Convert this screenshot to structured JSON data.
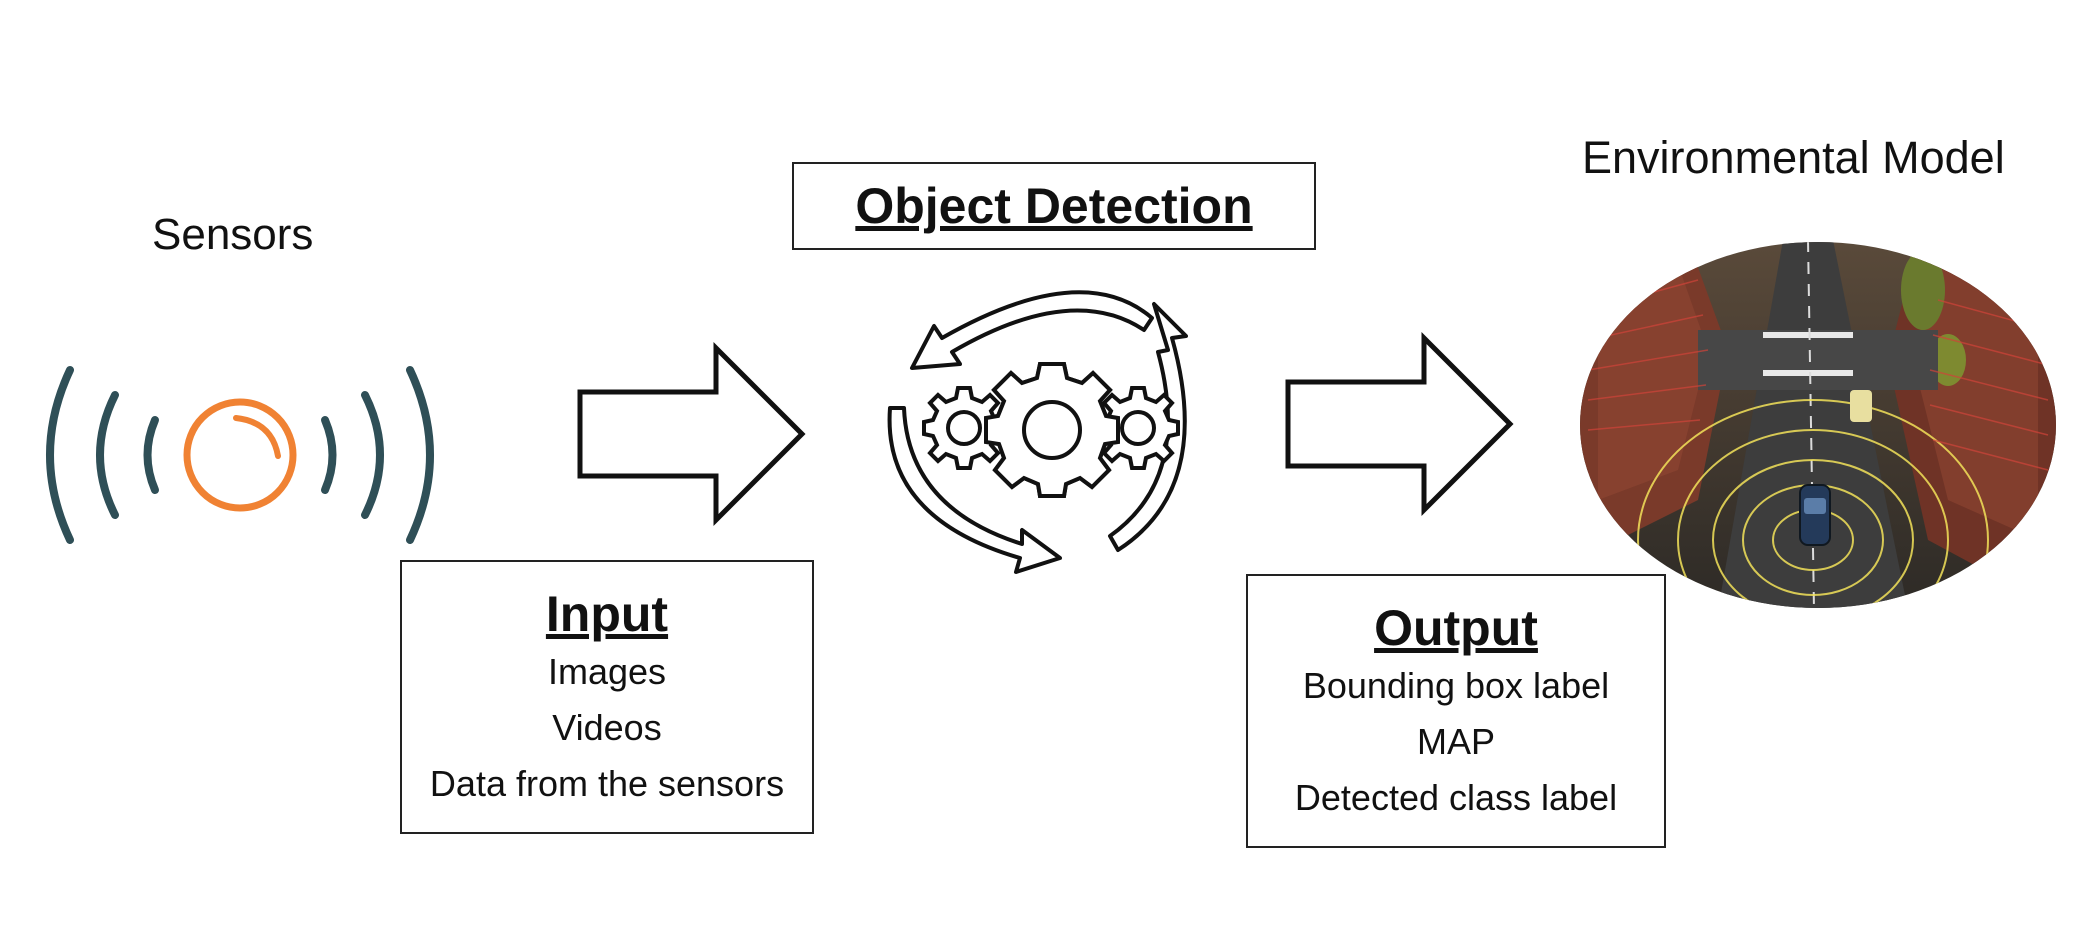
{
  "sensors": {
    "title": "Sensors"
  },
  "object_detection": {
    "title": "Object Detection"
  },
  "environmental_model": {
    "title": "Environmental Model"
  },
  "input": {
    "title": "Input",
    "items": [
      "Images",
      "Videos",
      "Data from the sensors"
    ]
  },
  "output": {
    "title": "Output",
    "items": [
      "Bounding box label",
      "MAP",
      "Detected class label"
    ]
  },
  "colors": {
    "sensor_waves": "#2f4f57",
    "sensor_lens": "#f08233",
    "outline": "#111111",
    "lidar_ring": "#f3e25a",
    "road": "#3d3d3d"
  },
  "icons": [
    "sensor-signal-icon",
    "gears-cycle-icon",
    "arrow-right-icon",
    "lidar-scene-image"
  ]
}
